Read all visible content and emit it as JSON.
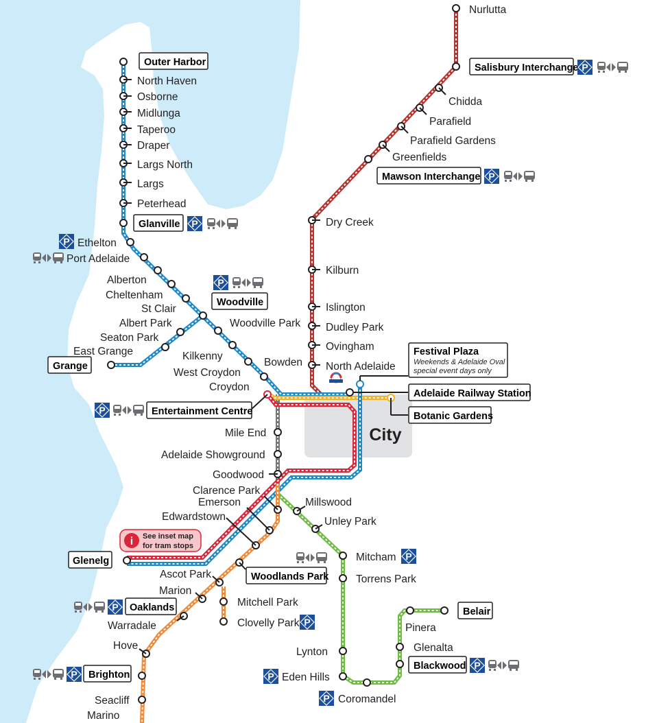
{
  "city_label": "City",
  "colors": {
    "sea": "#cdebf8",
    "city_area": "#e1e2e3",
    "outer_harbor_line": "#1f8ac9",
    "gawler_line": "#b8322f",
    "belair_line": "#6fbb44",
    "seaford_line": "#ee8a3a",
    "glenelg_tram": "#d9263a",
    "botanic_tram": "#f5b31c",
    "grange_line": "#777777",
    "park_ride": "#1b4f9c",
    "info_box": "#f6c7ca"
  },
  "labels": {
    "nurlutta": "Nurlutta",
    "chidda": "Chidda",
    "parafield": "Parafield",
    "parafield_gardens": "Parafield Gardens",
    "greenfields": "Greenfields",
    "dry_creek": "Dry Creek",
    "kilburn": "Kilburn",
    "islington": "Islington",
    "dudley_park": "Dudley Park",
    "ovingham": "Ovingham",
    "north_adelaide": "North Adelaide",
    "north_haven": "North Haven",
    "osborne": "Osborne",
    "midlunga": "Midlunga",
    "taperoo": "Taperoo",
    "draper": "Draper",
    "largs_north": "Largs North",
    "largs": "Largs",
    "peterhead": "Peterhead",
    "ethelton": "Ethelton",
    "port_adelaide": "Port Adelaide",
    "alberton": "Alberton",
    "cheltenham": "Cheltenham",
    "st_clair": "St Clair",
    "albert_park": "Albert Park",
    "seaton_park": "Seaton Park",
    "east_grange": "East Grange",
    "woodville_park": "Woodville Park",
    "kilkenny": "Kilkenny",
    "bowden": "Bowden",
    "west_croydon": "West Croydon",
    "croydon": "Croydon",
    "mile_end": "Mile End",
    "adelaide_showground": "Adelaide Showground",
    "goodwood": "Goodwood",
    "clarence_park": "Clarence Park",
    "emerson": "Emerson",
    "edwardstown": "Edwardstown",
    "millswood": "Millswood",
    "unley_park": "Unley Park",
    "mitcham": "Mitcham",
    "torrens_park": "Torrens Park",
    "lynton": "Lynton",
    "eden_hills": "Eden Hills",
    "coromandel": "Coromandel",
    "pinera": "Pinera",
    "glenalta": "Glenalta",
    "ascot_park": "Ascot Park",
    "marion": "Marion",
    "mitchell_park": "Mitchell Park",
    "clovelly_park": "Clovelly Park",
    "warradale": "Warradale",
    "hove": "Hove",
    "seacliff": "Seacliff",
    "marino": "Marino"
  },
  "boxed": {
    "outer_harbor": "Outer Harbor",
    "glanville": "Glanville",
    "woodville": "Woodville",
    "grange": "Grange",
    "salisbury": "Salisbury Interchange",
    "mawson": "Mawson Interchange",
    "festival_plaza": "Festival Plaza",
    "festival_note1": "Weekends & Adelaide Oval",
    "festival_note2": "special event days only",
    "adelaide_station": "Adelaide Railway Station",
    "botanic": "Botanic Gardens",
    "entertainment": "Entertainment Centre",
    "glenelg": "Glenelg",
    "woodlands_park": "Woodlands Park",
    "oaklands": "Oaklands",
    "brighton": "Brighton",
    "belair": "Belair",
    "blackwood": "Blackwood"
  },
  "info": {
    "line1": "See inset map",
    "line2": "for tram stops"
  },
  "icons": {
    "park_ride": "park-and-ride-icon",
    "train": "train-icon",
    "bus": "bus-icon",
    "interchange": "interchange-arrows-icon",
    "info": "info-icon"
  }
}
